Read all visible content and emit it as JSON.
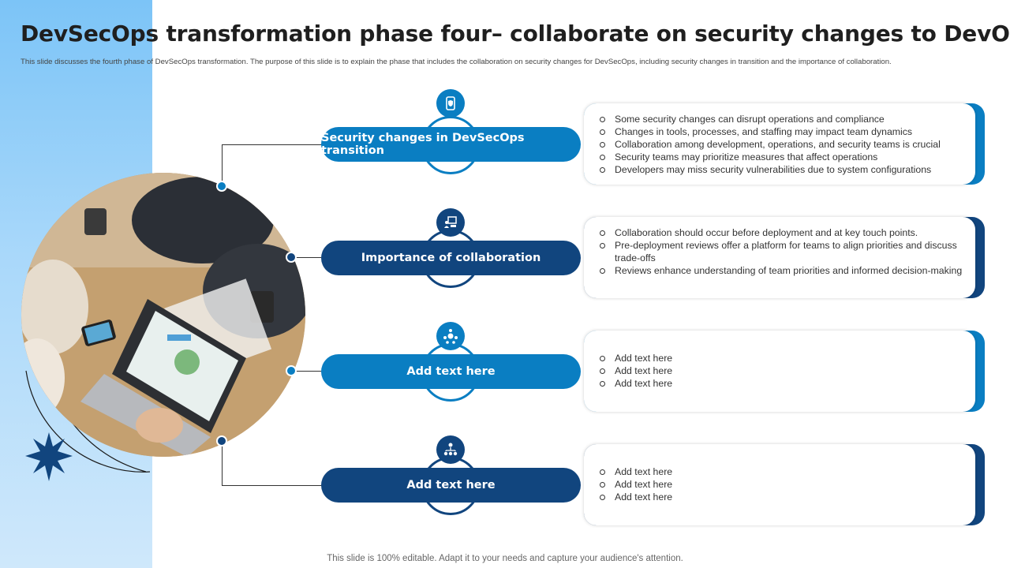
{
  "title": "DevSecOps transformation phase four– collaborate on security changes to DevOps",
  "subtitle": "This slide discusses the fourth phase of DevSecOps transformation. The purpose of this slide is to explain the phase that includes the collaboration on security changes for DevSecOps, including security changes in transition and the importance of collaboration.",
  "footer": "This slide is 100% editable. Adapt it to your needs and capture your audience's attention.",
  "colors": {
    "light_blue": "#0a7ec2",
    "dark_blue": "#11457e",
    "band": "#a9d8fa"
  },
  "rows": [
    {
      "icon": "mobile-shield-icon",
      "label": "Security changes in DevSecOps transition",
      "bullets": [
        "Some security changes can disrupt operations and compliance",
        "Changes in tools, processes, and staffing may impact team dynamics",
        "Collaboration among development, operations, and security teams is crucial",
        "Security teams may prioritize measures that affect operations",
        "Developers may miss security vulnerabilities due to system configurations"
      ]
    },
    {
      "icon": "presentation-icon",
      "label": "Importance of collaboration",
      "bullets": [
        "Collaboration should occur before deployment and at key touch points.",
        "Pre-deployment reviews offer a platform for teams to align priorities and discuss trade-offs",
        "Reviews enhance understanding of team priorities and informed decision-making"
      ]
    },
    {
      "icon": "team-network-icon",
      "label": "Add text here",
      "bullets": [
        "Add text here",
        "Add text here",
        "Add text here"
      ]
    },
    {
      "icon": "team-hierarchy-icon",
      "label": "Add text here",
      "bullets": [
        "Add text here",
        "Add text here",
        "Add text here"
      ]
    }
  ]
}
